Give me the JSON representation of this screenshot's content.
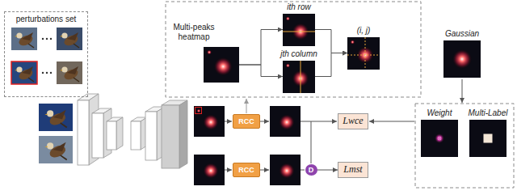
{
  "diagram": {
    "nodes": [
      {
        "text": [
          "perturbations set"
        ]
      },
      {
        "text": [
          "Multi-peaks heatmap"
        ]
      },
      {
        "text": [
          "ith row"
        ]
      },
      {
        "text": [
          "jth column"
        ]
      },
      {
        "text": [
          "(i, j)"
        ]
      },
      {
        "text": [
          "Gaussian"
        ]
      },
      {
        "text": [
          "RCC"
        ]
      },
      {
        "text": [
          "Lwce"
        ]
      },
      {
        "text": [
          "Weight"
        ]
      },
      {
        "text": [
          "Multi-Label"
        ]
      },
      {
        "text": [
          "RCC"
        ]
      },
      {
        "text": [
          "D"
        ]
      },
      {
        "text": [
          "Lmst"
        ]
      }
    ],
    "edges": [
      {
        "from": 1,
        "to": 2,
        "arrow": "to"
      },
      {
        "from": 1,
        "to": 3,
        "arrow": "to"
      },
      {
        "from": 2,
        "to": 4,
        "arrow": "to"
      },
      {
        "from": 3,
        "to": 4,
        "arrow": "to"
      },
      {
        "from": 11,
        "to": 12,
        "arrow": "to"
      }
    ]
  }
}
